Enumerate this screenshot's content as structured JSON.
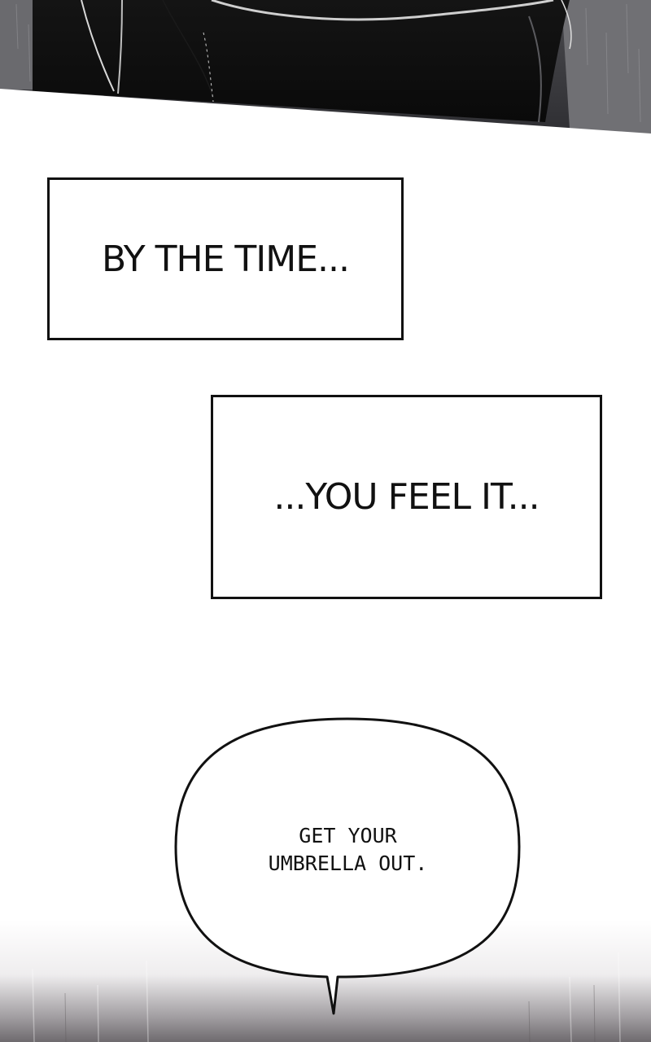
{
  "captions": {
    "first": "BY THE TIME...",
    "second": "...YOU FEEL IT..."
  },
  "speech_bubble": {
    "line1": "GET YOUR",
    "line2": "UMBRELLA OUT."
  }
}
